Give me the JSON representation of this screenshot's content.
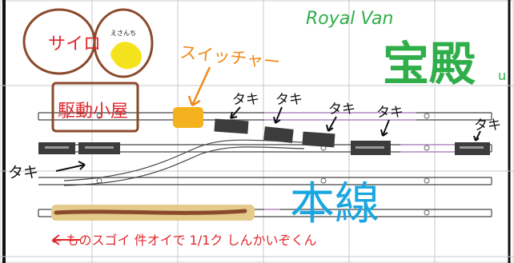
{
  "labels": {
    "saiko": "サイロ",
    "small_circle": "えさんち",
    "driver_room": "駆動小屋",
    "switcher": "スイッチャー",
    "royal_van": "Royal Van",
    "palace": "宝殿",
    "palace_tail": "u",
    "taki_1": "タキ",
    "taki_2": "タキ",
    "taki_3": "タキ",
    "taki_4": "タキ",
    "taki_5": "タキ",
    "taki_left": "タキ",
    "main_line": "本線",
    "bottom_note": "← ものスゴイ 件オイで 1/1ク しんかいぞくん"
  },
  "colors": {
    "brown": "#8b4a2b",
    "red": "#e0282d",
    "yellow": "#f4e31c",
    "orange": "#f08a1a",
    "gold": "#f5b21f",
    "green": "#2fae4a",
    "blue": "#1aa6e0",
    "black": "#111111",
    "car": "#3c3c3c",
    "tan": "#e4cb8b",
    "track": "#444444",
    "grid": "#c8c8c8",
    "purple": "#b57bd3"
  }
}
